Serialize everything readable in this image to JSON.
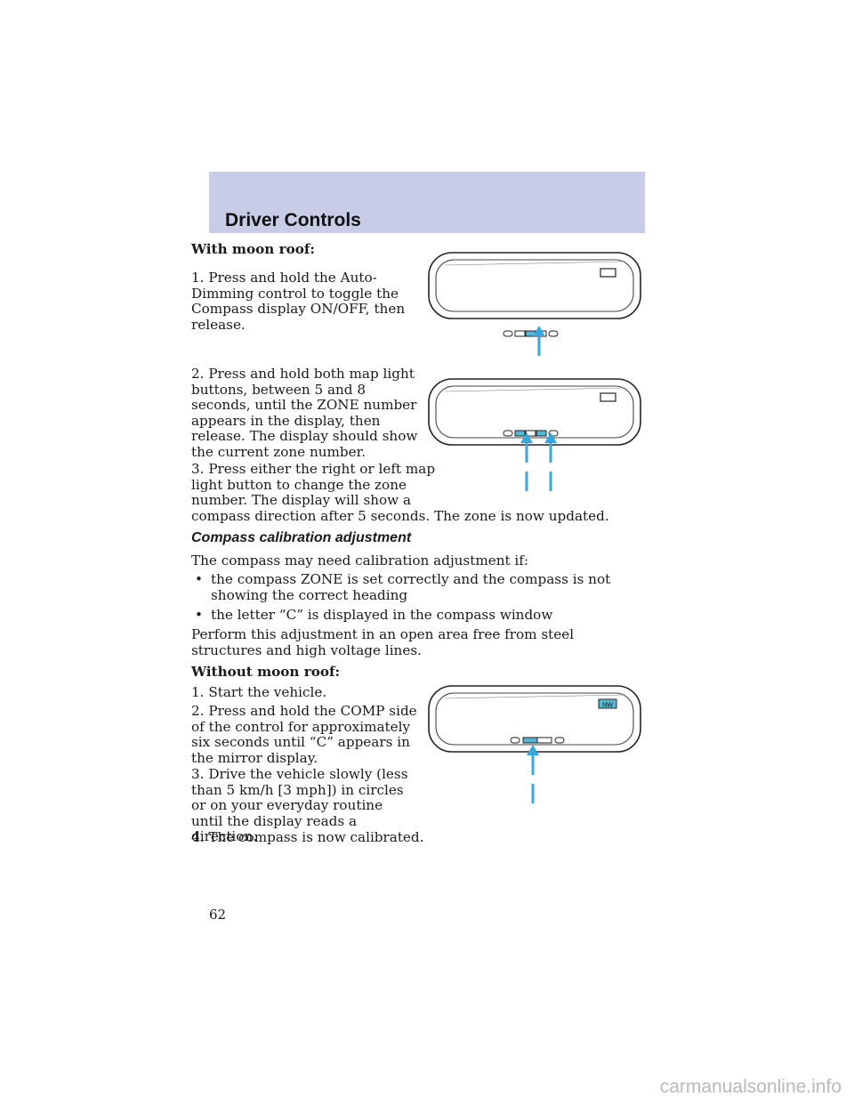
{
  "header": {
    "title": "Driver Controls"
  },
  "section1": {
    "heading": "With moon roof:",
    "step1": "1. Press and hold the Auto-Dimming control to toggle the Compass display ON/OFF, then release.",
    "step2": "2. Press and hold both map light buttons, between 5 and 8 seconds, until the ZONE number appears in the display, then release. The display should show the current zone number.",
    "step3_lines": [
      "3. Press either the right or left map",
      "light button to change the zone",
      "number. The display will show a",
      "compass direction after 5 seconds. The zone is now updated."
    ]
  },
  "calibration": {
    "title": "Compass calibration adjustment",
    "intro": "The compass may need calibration adjustment if:",
    "bullets": [
      "the compass ZONE is set correctly and the compass is not showing the correct heading",
      "the letter “C” is displayed in the compass window"
    ],
    "perform": "Perform this adjustment in an open area free from steel structures and high voltage lines.",
    "heading2": "Without moon roof:",
    "steps": [
      "1. Start the vehicle.",
      "2. Press and hold the COMP side of the control for approximately six seconds until “C” appears in the mirror display.",
      "3. Drive the vehicle slowly (less than 5 km/h [3 mph]) in circles or on your everyday routine until the display reads a direction.",
      "4. The compass is now calibrated."
    ]
  },
  "figure3": {
    "display_text": "NW"
  },
  "page_number": "62",
  "watermark": "carmanualsonline.info",
  "colors": {
    "header_band": "#c9cce6",
    "arrow": "#33a9e0",
    "button_highlight": "#55b7d3"
  }
}
